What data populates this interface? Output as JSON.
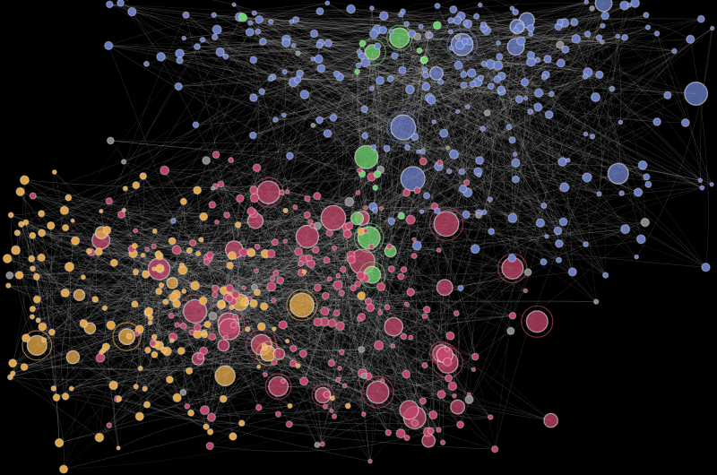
{
  "colors": {
    "background": "#000000",
    "edge": "#bdbdbd",
    "node_stroke": "#f2f2f2"
  },
  "clusters": [
    {
      "name": "blue-cluster",
      "color": "#6b80c9"
    },
    {
      "name": "green-cluster",
      "color": "#6fd36c"
    },
    {
      "name": "red-cluster",
      "color": "#c2476a"
    },
    {
      "name": "orange-cluster",
      "color": "#e8a94a"
    },
    {
      "name": "grey-cluster",
      "color": "#8a8a8a"
    }
  ]
}
